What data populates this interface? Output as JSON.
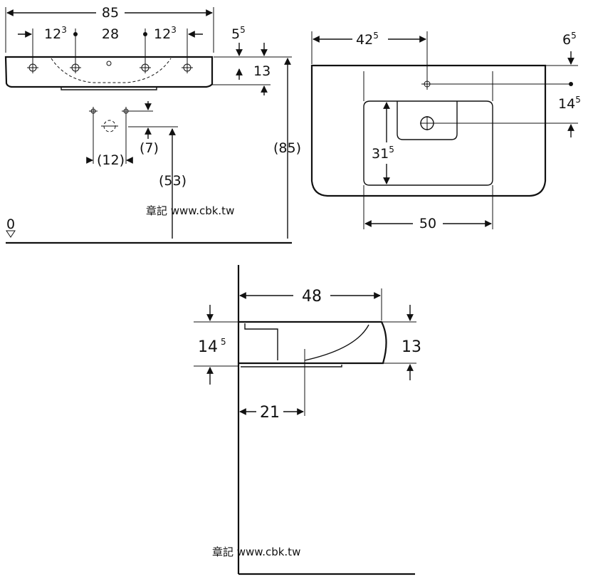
{
  "front_view": {
    "overall_width": "85",
    "hole_spacing_left_main": "12",
    "hole_spacing_left_sup": "3",
    "hole_spacing_mid": "28",
    "hole_spacing_right_main": "12",
    "hole_spacing_right_sup": "3",
    "offset_top_main": "5",
    "offset_top_sup": "5",
    "rim_height": "13",
    "total_height": "(85)",
    "anchor_spacing": "(12)",
    "anchor_offset": "(7)",
    "anchor_height": "(53)",
    "floor_level": "0"
  },
  "top_view": {
    "tap_offset_main": "42",
    "tap_offset_sup": "5",
    "edge_offset_main": "6",
    "edge_offset_sup": "5",
    "depth_main": "14",
    "depth_sup": "5",
    "bowl_depth_main": "31",
    "bowl_depth_sup": "5",
    "bowl_width": "50"
  },
  "side_view": {
    "projection": "48",
    "front_height_main": "14",
    "front_height_sup": "5",
    "back_height": "13",
    "drain_offset": "21"
  },
  "watermarks": {
    "text_top": "章記 www.cbk.tw",
    "text_bottom": "章記 www.cbk.tw"
  }
}
